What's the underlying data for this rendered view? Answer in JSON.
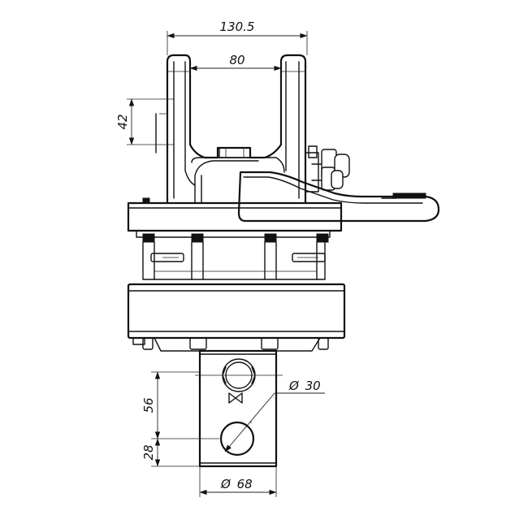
{
  "title": "",
  "dimensions": {
    "overall_width": "130.5",
    "fork_opening": "80",
    "fork_depth": "42",
    "shaft_diameter": "30",
    "outlet_length": "56",
    "outlet_end": "28",
    "outlet_diameter": "68"
  },
  "symbols": {
    "valve_symbol": "⧓",
    "diameter_symbol": "Ø"
  }
}
